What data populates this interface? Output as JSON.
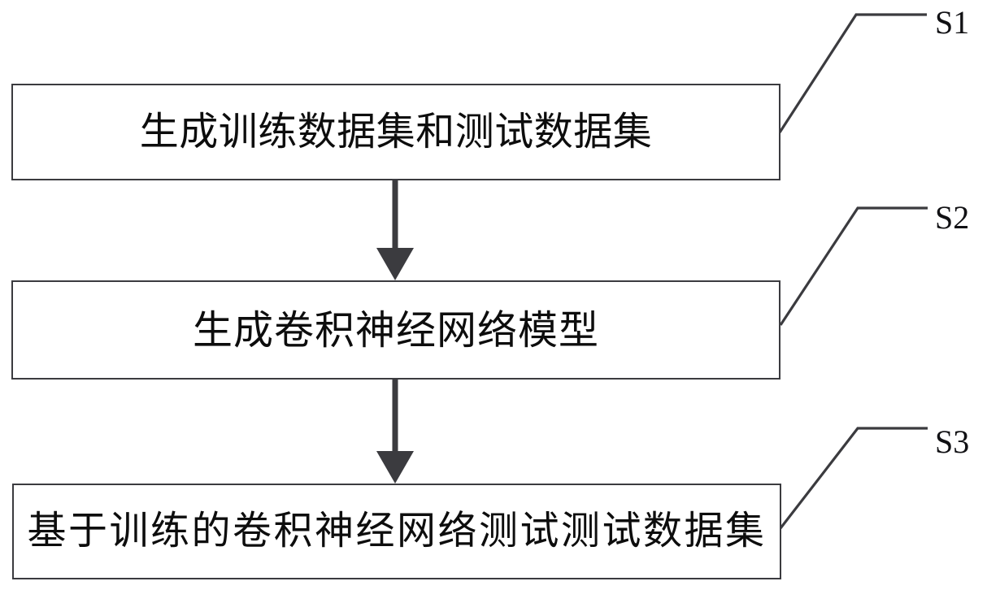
{
  "diagram": {
    "type": "flowchart",
    "orientation": "vertical",
    "background_color": "#ffffff",
    "line_color": "#3b3b3f",
    "text_color": "#0d0d0d",
    "steps": [
      {
        "id": "S1",
        "tag": "S1",
        "text": "生成训练数据集和测试数据集"
      },
      {
        "id": "S2",
        "tag": "S2",
        "text": "生成卷积神经网络模型"
      },
      {
        "id": "S3",
        "tag": "S3",
        "text": "基于训练的卷积神经网络测试测试数据集"
      }
    ],
    "connectors": [
      {
        "from": "S1",
        "to": "S2",
        "style": "solid-arrow-down"
      },
      {
        "from": "S2",
        "to": "S3",
        "style": "solid-arrow-down"
      }
    ],
    "leader_lines": [
      {
        "tag": "S1",
        "attaches_to": "S1"
      },
      {
        "tag": "S2",
        "attaches_to": "S2"
      },
      {
        "tag": "S3",
        "attaches_to": "S3"
      }
    ]
  }
}
